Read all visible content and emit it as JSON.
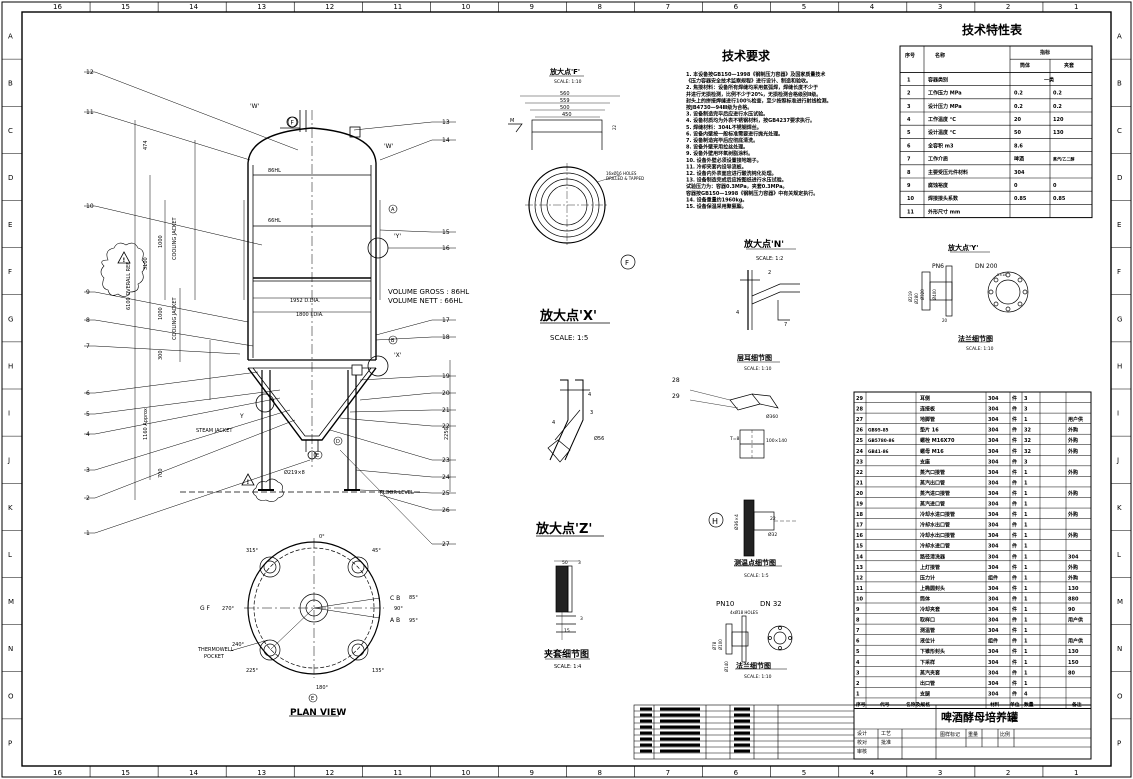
{
  "border": {
    "top_numbers": [
      "16",
      "15",
      "14",
      "13",
      "12",
      "11",
      "10",
      "9",
      "8",
      "7",
      "6",
      "5",
      "4",
      "3",
      "2",
      "1"
    ],
    "bottom_numbers": [
      "16",
      "15",
      "14",
      "13",
      "12",
      "11",
      "10",
      "9",
      "8",
      "7",
      "6",
      "5",
      "4",
      "3",
      "2",
      "1"
    ],
    "left_letters": [
      "A",
      "B",
      "C",
      "D",
      "E",
      "F",
      "G",
      "H",
      "I",
      "J",
      "K",
      "L",
      "M",
      "N",
      "O",
      "P"
    ],
    "right_letters": [
      "A",
      "B",
      "C",
      "D",
      "E",
      "F",
      "G",
      "H",
      "I",
      "J",
      "K",
      "L",
      "M",
      "N",
      "O",
      "P"
    ]
  },
  "tank": {
    "volume_gross": "VOLUME GROSS : 86HL",
    "volume_nett": "VOLUME NETT  : 66HL",
    "level_86": "86HL",
    "level_66": "66HL",
    "dia_outer": "1952 D.DIA.",
    "dia_inner": "1800 I.DIA.",
    "cooling_jacket": "COOLING JACKET",
    "steam_jacket": "STEAM JACKET",
    "floor_level": "FLOOR LEVEL",
    "overall_ref": "6100 OVERALL REF",
    "dim_3100": "3100",
    "dim_1000a": "1000",
    "dim_1000b": "1000",
    "dim_474": "474",
    "dim_300": "300",
    "dim_700": "700",
    "dim_1160": "1160 Approx",
    "dim_2250": "2250",
    "dim_700r": "700",
    "leg_dia": "Ø219×8",
    "tag_w": "'W'",
    "tag_y": "'Y'",
    "tag_x": "'X'",
    "tag_f": "F",
    "tag_a": "A",
    "tag_b": "B",
    "tag_d": "D",
    "tag_e": "E",
    "tag_y2": "Y",
    "warn": "!"
  },
  "callouts_left": [
    "12",
    "11",
    "10",
    "9",
    "8",
    "7",
    "6",
    "5",
    "4",
    "3",
    "2",
    "1"
  ],
  "callouts_right": [
    "13",
    "14",
    "15",
    "16",
    "17",
    "18",
    "19",
    "20",
    "21",
    "22",
    "23",
    "24",
    "25",
    "26",
    "27"
  ],
  "plan_view": {
    "title": "PLAN VIEW",
    "thermowell": "THERMOWELL",
    "pocket": "POCKET",
    "angles": [
      "0°",
      "45°",
      "315°",
      "270°",
      "90°",
      "85°",
      "95°",
      "240°",
      "225°",
      "135°",
      "180°"
    ],
    "left_tags": "G F",
    "right_tag1": "C B",
    "right_tag2": "A B",
    "bottom_tag": "E"
  },
  "detail_f": {
    "title": "放大点'F'",
    "scale": "SCALE: 1:10",
    "dims": [
      "560",
      "559",
      "500",
      "450"
    ],
    "holes1": "16xØ16 HOLES",
    "holes2": "DRILLED & TAPPED",
    "tag": "F",
    "side_dim1": "22",
    "side_dim2": "M"
  },
  "tech_req": {
    "title": "技术要求",
    "lines": [
      "1. 本设备按GB150—1998《钢制压力容器》及国家质量技术",
      "   《压力容器安全技术监察规程》进行设计、制造和验收。",
      "2. 焦接材料：设备所有焊缝均采用氩弧焊，焊缝长度不少于",
      "   并进行无损检测，比例不少于20%，无损检测合格级别Ⅱ级。",
      "   封头上的拼接焊缝进行100%检查，至少按照标准进行射线检测。",
      "   按JB4730—94Ⅲ级为合格。",
      "3. 设备制造完毕后应进行水压试验。",
      "4. 设备材质均为外表不锈钢材料，按GB4237要求执行。",
      "5. 焊缝材料：304L不锈钢焊丝。",
      "6. 设备内壁按一般标准需要进行抛光处理。",
      "7. 设备制造完毕后应彻底清洗。",
      "8. 设备外壁采用拉丝处理。",
      "9. 设备外壁用环氧树脂涂料。",
      "10. 设备外壁必须设置接地端子。",
      "11. 冷却夹套内设导流板。",
      "12. 设备内外表面应进行酸洗钝化处理。",
      "13. 设备制造完成后应按图纸进行水压试验。",
      "    试验压力为：容器0.3MPa，夹套0.3MPa。",
      "    容器按GB150—1998《钢制压力容器》中有关规定执行。",
      "14. 设备重量约1960kg。",
      "15. 设备保温采用聚氨酯。"
    ]
  },
  "tech_table": {
    "title": "技术特性表",
    "headers": [
      "序号",
      "名称",
      "指标"
    ],
    "subheaders": [
      "筒体",
      "夹套"
    ],
    "rows": [
      [
        "1",
        "容器类别",
        "一类",
        ""
      ],
      [
        "2",
        "工作压力 MPa",
        "0.2",
        "0.2"
      ],
      [
        "3",
        "设计压力 MPa",
        "0.2",
        "0.2"
      ],
      [
        "4",
        "工作温度 °C",
        "20",
        "120"
      ],
      [
        "5",
        "设计温度 °C",
        "50",
        "130"
      ],
      [
        "6",
        "全容积 m3",
        "8.6",
        ""
      ],
      [
        "7",
        "工作介质",
        "啤酒",
        "蒸汽/乙二醇"
      ],
      [
        "8",
        "主要受压元件材料",
        "304",
        ""
      ],
      [
        "9",
        "腐蚀裕度",
        "0",
        "0"
      ],
      [
        "10",
        "焊接接头系数",
        "0.85",
        "0.85"
      ],
      [
        "11",
        "外形尺寸 mm",
        "",
        ""
      ]
    ]
  },
  "detail_n": {
    "title": "放大点'N'",
    "scale": "SCALE: 1:2",
    "dims": [
      "2",
      "4",
      "7"
    ]
  },
  "detail_x": {
    "title": "放大点'X'",
    "scale": "SCALE: 1:5",
    "dims": [
      "4",
      "3",
      "4",
      "Ø56"
    ]
  },
  "detail_z": {
    "title": "放大点'Z'",
    "dims": [
      "50",
      "3",
      "3",
      "15"
    ]
  },
  "jacket_detail": {
    "title": "夹套细节图",
    "scale": "SCALE: 1:4"
  },
  "lug_detail": {
    "title": "层耳细节图",
    "scale": "SCALE: 1:10",
    "callouts": [
      "28",
      "29"
    ],
    "dims": [
      "Ø360",
      "T=8",
      "100×140"
    ]
  },
  "thermo_detail": {
    "title": "测温点细节图",
    "scale": "SCALE: 1:5",
    "tag": "H",
    "dims": [
      "Ø36×4",
      "22",
      "Ø32"
    ]
  },
  "flange_y": {
    "title_top": "放大点'Y'",
    "pn": "PN6",
    "dn": "DN 200",
    "title": "法兰细节图",
    "scale": "SCALE: 1:10",
    "dims": [
      "Ø219",
      "Ø280",
      "Ø320",
      "Ø400",
      "8×18",
      "20"
    ]
  },
  "flange_32": {
    "pn": "PN10",
    "dn": "DN 32",
    "holes": "4xØ18 HOLES",
    "title": "法兰细节图",
    "scale": "SCALE: 1:10",
    "dims": [
      "Ø78",
      "Ø100",
      "Ø140"
    ]
  },
  "parts": {
    "rows": [
      [
        "29",
        "",
        "耳侧",
        "304",
        "件",
        "3",
        ""
      ],
      [
        "28",
        "",
        "连接板",
        "304",
        "件",
        "3",
        ""
      ],
      [
        "27",
        "",
        "地脚管",
        "304",
        "件",
        "1",
        "用户供"
      ],
      [
        "26",
        "GB95-85",
        "垫片 16",
        "304",
        "件",
        "32",
        "外购"
      ],
      [
        "25",
        "GB5780-86",
        "螺栓 M16X70",
        "304",
        "件",
        "32",
        "外购"
      ],
      [
        "24",
        "GB41-86",
        "螺母 M16",
        "304",
        "件",
        "32",
        "外购"
      ],
      [
        "23",
        "",
        "支座",
        "304",
        "件",
        "3",
        ""
      ],
      [
        "22",
        "",
        "蒸汽口接管",
        "304",
        "件",
        "1",
        "外购"
      ],
      [
        "21",
        "",
        "蒸汽出口管",
        "304",
        "件",
        "1",
        ""
      ],
      [
        "20",
        "",
        "蒸汽进口接管",
        "304",
        "件",
        "1",
        "外购"
      ],
      [
        "19",
        "",
        "蒸汽进口管",
        "304",
        "件",
        "1",
        ""
      ],
      [
        "18",
        "",
        "冷却水进口接管",
        "304",
        "件",
        "1",
        "外购"
      ],
      [
        "17",
        "",
        "冷却水出口管",
        "304",
        "件",
        "1",
        ""
      ],
      [
        "16",
        "",
        "冷却水出口接管",
        "304",
        "件",
        "1",
        "外购"
      ],
      [
        "15",
        "",
        "冷却水进口管",
        "304",
        "件",
        "1",
        ""
      ],
      [
        "14",
        "",
        "路径清洗器",
        "304",
        "件",
        "1",
        "304"
      ],
      [
        "13",
        "",
        "上灯接管",
        "304",
        "件",
        "1",
        "外购"
      ],
      [
        "12",
        "",
        "压力计",
        "组件",
        "件",
        "1",
        "外购"
      ],
      [
        "11",
        "",
        "上椭圆封头",
        "304",
        "件",
        "1",
        "130"
      ],
      [
        "10",
        "",
        "筒体",
        "304",
        "件",
        "1",
        "880"
      ],
      [
        "9",
        "",
        "冷却夹套",
        "304",
        "件",
        "1",
        "90"
      ],
      [
        "8",
        "",
        "取样口",
        "304",
        "件",
        "1",
        "用户供"
      ],
      [
        "7",
        "",
        "测温管",
        "304",
        "件",
        "1",
        ""
      ],
      [
        "6",
        "",
        "液位计",
        "组件",
        "件",
        "1",
        "用户供"
      ],
      [
        "5",
        "",
        "下锥形封头",
        "304",
        "件",
        "1",
        "130"
      ],
      [
        "4",
        "",
        "下采样",
        "304",
        "件",
        "1",
        "150"
      ],
      [
        "3",
        "",
        "蒸汽夹套",
        "304",
        "件",
        "1",
        "80"
      ],
      [
        "2",
        "",
        "出口管",
        "304",
        "件",
        "1",
        ""
      ],
      [
        "1",
        "",
        "支腿",
        "304",
        "件",
        "4",
        ""
      ]
    ],
    "header": [
      "序号",
      "代号",
      "名称及规格",
      "材料",
      "单位",
      "数量",
      "备注"
    ]
  },
  "title_block": {
    "title": "啤酒酵母培养罐",
    "labels": [
      "设计",
      "校对",
      "审核",
      "工艺",
      "批准",
      "图样标记",
      "重量",
      "比例"
    ]
  }
}
